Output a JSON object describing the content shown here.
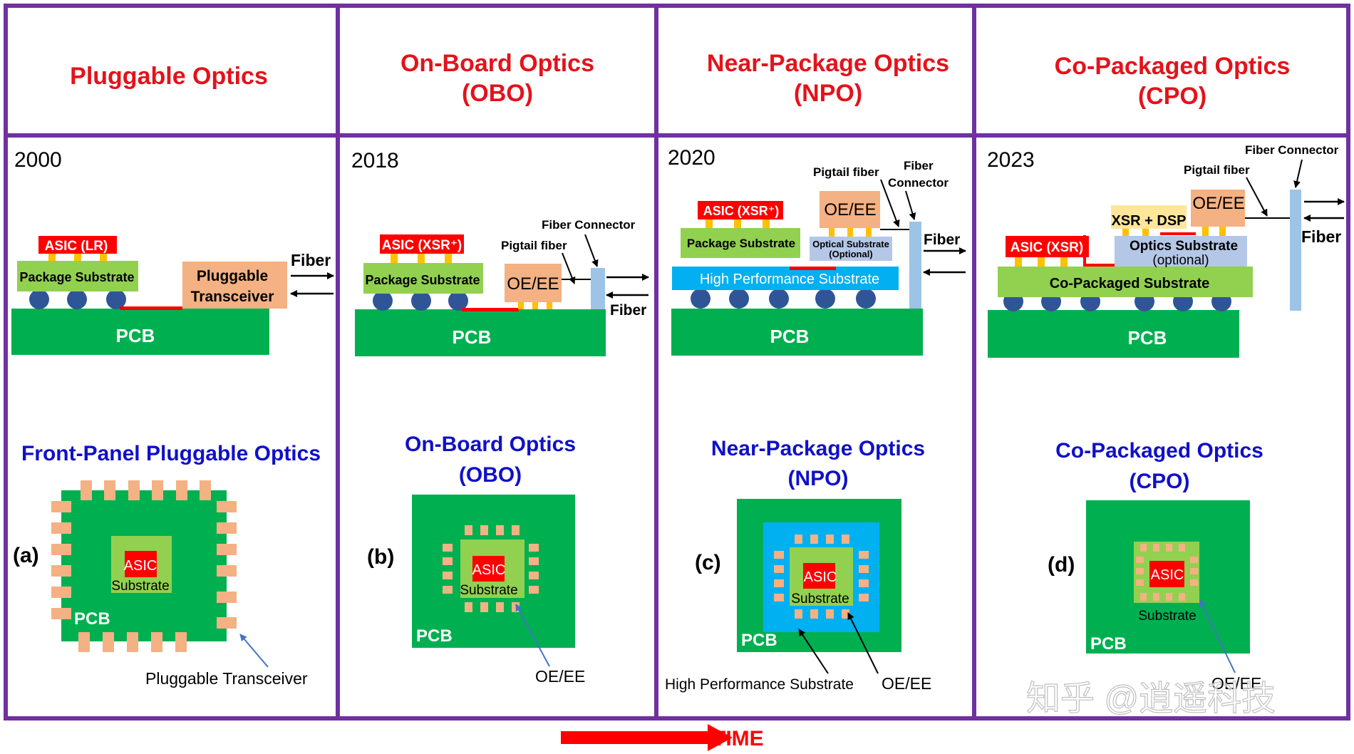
{
  "colors": {
    "frame": "#7030a0",
    "title_red": "#e3131b",
    "blue_text": "#1010c8",
    "pcb_green": "#00b050",
    "pkg_green": "#92d050",
    "asic_red": "#ff0000",
    "pad_yellow": "#ffc000",
    "oe_orange": "#f4b183",
    "ball_blue": "#2f5597",
    "hps_blue": "#00b0f0",
    "optics_sub": "#b4c7e7",
    "connector_blue": "#9dc3e6",
    "xsr_yellow": "#ffe699",
    "trace_red": "#ff0000"
  },
  "columns": [
    {
      "title_lines": [
        "Pluggable Optics"
      ],
      "year": "2000",
      "labels": {
        "asic": "ASIC (LR)",
        "package": "Package Substrate",
        "module_l1": "Pluggable",
        "module_l2": "Transceiver",
        "pcb": "PCB",
        "fiber": "Fiber"
      },
      "sub_title_lines": [
        "Front-Panel Pluggable Optics"
      ],
      "letter": "(a)",
      "top": {
        "asic": "ASIC",
        "substrate": "Substrate",
        "pcb": "PCB"
      },
      "callouts": [
        "Pluggable Transceiver"
      ]
    },
    {
      "title_lines": [
        "On-Board Optics",
        "(OBO)"
      ],
      "year": "2018",
      "labels": {
        "asic": "ASIC (XSR⁺)",
        "package": "Package Substrate",
        "oe": "OE/EE",
        "pcb": "PCB",
        "fiber": "Fiber",
        "pigtail": "Pigtail fiber",
        "connector": "Fiber Connector"
      },
      "sub_title_lines": [
        "On-Board Optics",
        "(OBO)"
      ],
      "letter": "(b)",
      "top": {
        "asic": "ASIC",
        "substrate": "Substrate",
        "pcb": "PCB"
      },
      "callouts": [
        "OE/EE"
      ]
    },
    {
      "title_lines": [
        "Near-Package Optics",
        "(NPO)"
      ],
      "year": "2020",
      "labels": {
        "asic": "ASIC (XSR⁺)",
        "package": "Package Substrate",
        "oe": "OE/EE",
        "optical_l1": "Optical Substrate",
        "optical_l2": "(Optional)",
        "hps": "High Performance Substrate",
        "pcb": "PCB",
        "fiber": "Fiber",
        "pigtail": "Pigtail fiber",
        "connector_l1": "Fiber",
        "connector_l2": "Connector"
      },
      "sub_title_lines": [
        "Near-Package Optics",
        "(NPO)"
      ],
      "letter": "(c)",
      "top": {
        "asic": "ASIC",
        "substrate": "Substrate",
        "pcb": "PCB"
      },
      "callouts": [
        "High Performance Substrate",
        "OE/EE"
      ]
    },
    {
      "title_lines": [
        "Co-Packaged Optics",
        "(CPO)"
      ],
      "year": "2023",
      "labels": {
        "asic": "ASIC (XSR)",
        "xsr": "XSR + DSP",
        "oe": "OE/EE",
        "optics_l1": "Optics Substrate",
        "optics_l2": "(optional)",
        "cps": "Co-Packaged Substrate",
        "pcb": "PCB",
        "fiber": "Fiber",
        "pigtail": "Pigtail fiber",
        "connector": "Fiber Connector"
      },
      "sub_title_lines": [
        "Co-Packaged Optics",
        "(CPO)"
      ],
      "letter": "(d)",
      "top": {
        "asic": "ASIC",
        "substrate": "Substrate",
        "pcb": "PCB"
      },
      "callouts": [
        "OE/EE"
      ]
    }
  ],
  "time_label": "TIME",
  "watermark": "知乎 @逍遥科技"
}
